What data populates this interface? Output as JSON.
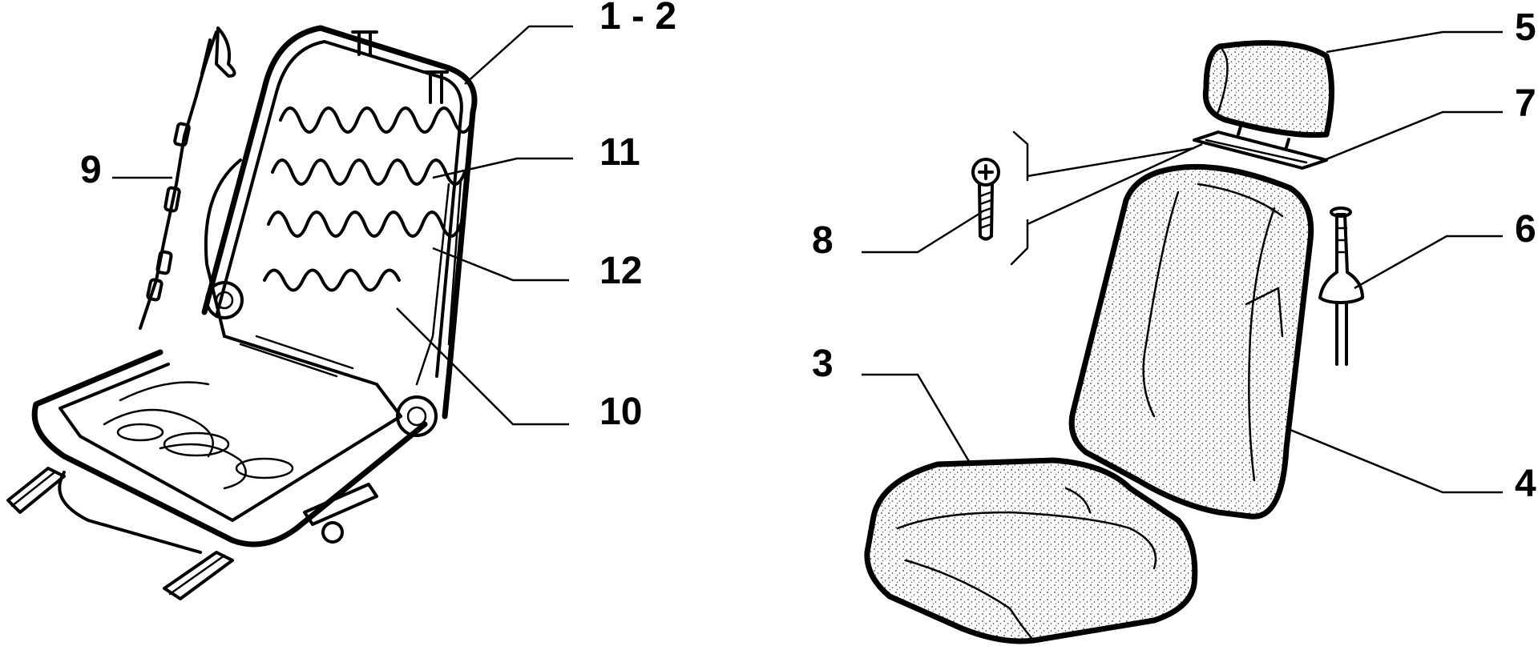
{
  "diagram": {
    "callouts": [
      {
        "id": "c1-2",
        "label": "1 - 2"
      },
      {
        "id": "c11",
        "label": "11"
      },
      {
        "id": "c12",
        "label": "12"
      },
      {
        "id": "c10",
        "label": "10"
      },
      {
        "id": "c9",
        "label": "9"
      },
      {
        "id": "c5",
        "label": "5"
      },
      {
        "id": "c7",
        "label": "7"
      },
      {
        "id": "c6",
        "label": "6"
      },
      {
        "id": "c8",
        "label": "8"
      },
      {
        "id": "c3",
        "label": "3"
      },
      {
        "id": "c4",
        "label": "4"
      }
    ],
    "colors": {
      "ink": "#000000",
      "paper": "#ffffff"
    }
  }
}
